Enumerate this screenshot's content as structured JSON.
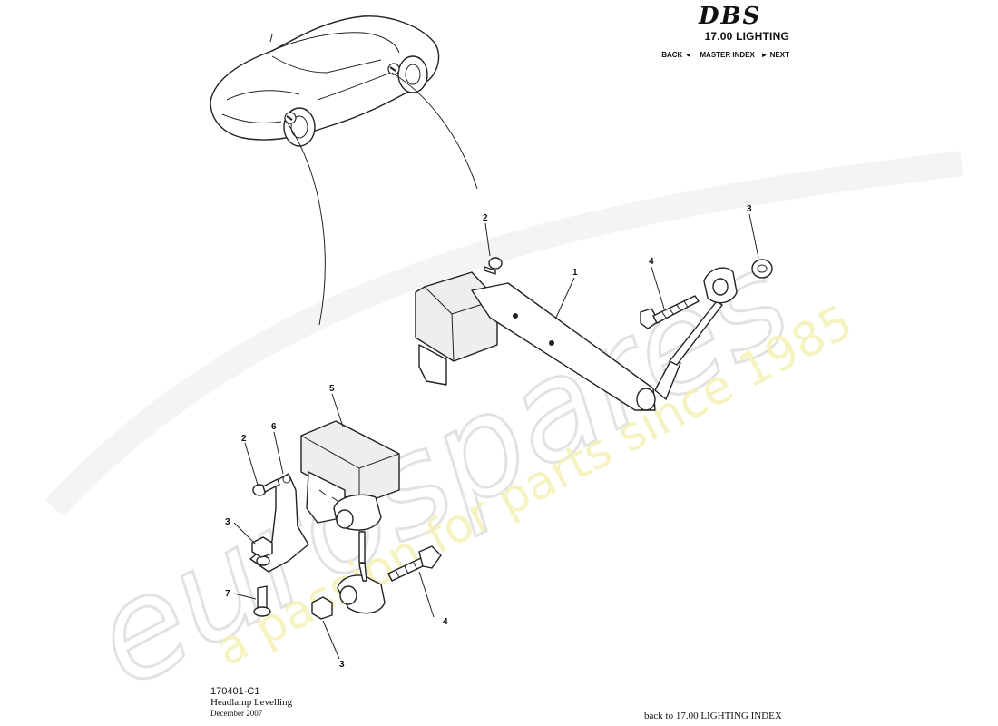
{
  "header": {
    "logo_text": "DBS",
    "section_title": "17.00 LIGHTING",
    "nav": {
      "back": "BACK",
      "back_arrow": "◄",
      "master_index": "MASTER INDEX",
      "next_arrow": "►",
      "next": "NEXT"
    }
  },
  "watermark": {
    "brand": "eurospares",
    "tagline": "a passion for parts since 1985",
    "brand_color": "#d4d4d4",
    "tagline_color": "#f2f0b4"
  },
  "callouts": {
    "c1": "1",
    "c2_top": "2",
    "c2_left": "2",
    "c3_top": "3",
    "c3_left": "3",
    "c3_bottom": "3",
    "c4_top": "4",
    "c4_bottom": "4",
    "c5": "5",
    "c6": "6",
    "c7": "7"
  },
  "footer": {
    "drawing_number": "170401-C1",
    "drawing_title": "Headlamp Levelling",
    "date": "December 2007",
    "back_link": "back to 17.00 LIGHTING INDEX"
  }
}
